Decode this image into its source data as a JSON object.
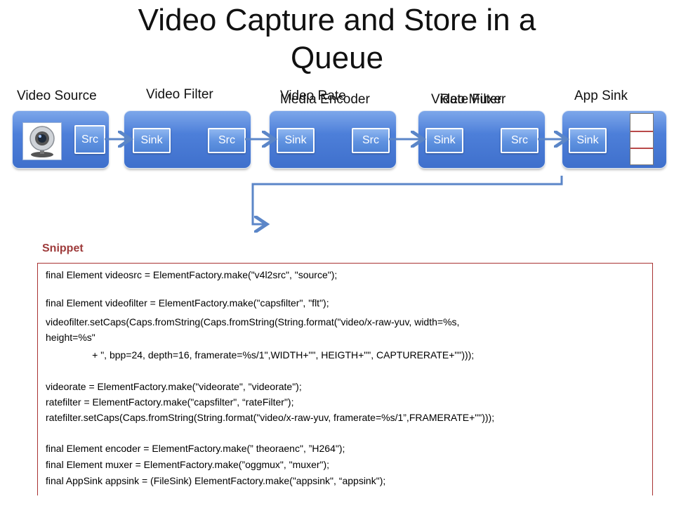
{
  "title_line1": "Video Capture and Store in a",
  "title_line2": "Queue",
  "blocks": {
    "video_source": {
      "label": "Video Source",
      "src": "Src"
    },
    "video_filter": {
      "label": "Video Filter",
      "sink": "Sink",
      "src": "Src"
    },
    "media_encoder": {
      "label_a": "Video Rate",
      "label_b": "Media Encoder",
      "sink": "Sink",
      "src": "Src"
    },
    "rate_filter": {
      "label_a": "Rate Filter",
      "label_b": "Video Muxer",
      "sink": "Sink",
      "src": "Src"
    },
    "app_sink": {
      "label": "App Sink",
      "sink": "Sink"
    }
  },
  "snippet": {
    "title": "Snippet",
    "lines": [
      "final Element videosrc = ElementFactory.make(\"v4l2src\", \"source\");",
      "final Element videofilter = ElementFactory.make(\"capsfilter\", \"flt\");",
      "videofilter.setCaps(Caps.fromString(Caps.fromString(String.format(\"video/x-raw-yuv, width=%s,",
      "height=%s\"",
      "                 + \", bpp=24, depth=16, framerate=%s/1\",WIDTH+\"\", HEIGTH+\"\", CAPTURERATE+\"\")));",
      "videorate = ElementFactory.make(\"videorate\", \"videorate\");",
      "ratefilter = ElementFactory.make(\"capsfilter\", “rateFilter\");",
      "ratefilter.setCaps(Caps.fromString(String.format(\"video/x-raw-yuv, framerate=%s/1”,FRAMERATE+\"\")));",
      "final Element encoder = ElementFactory.make(” theoraenc\", ”H264\");",
      "final Element muxer = ElementFactory.make(”oggmux\", \"muxer\");",
      "final AppSink appsink = (FileSink) ElementFactory.make(\"appsink\", “appsink\");"
    ]
  },
  "colors": {
    "block": "#4d7fd9",
    "arrow": "#5b86c8",
    "snippet_accent": "#9e3b3b"
  }
}
